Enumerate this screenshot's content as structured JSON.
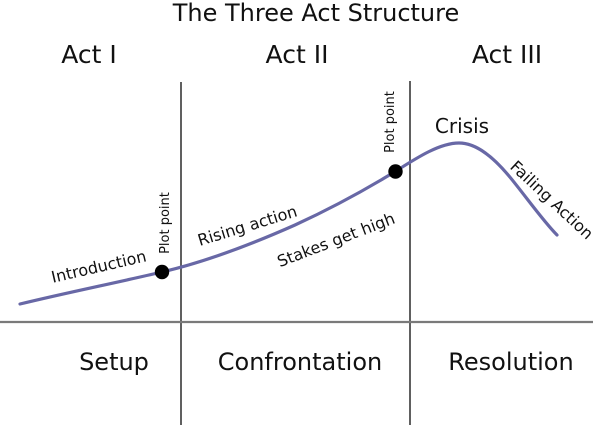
{
  "diagram": {
    "title": "The Three Act Structure",
    "acts": [
      {
        "label": "Act I"
      },
      {
        "label": "Act II"
      },
      {
        "label": "Act III"
      }
    ],
    "sections": [
      {
        "label": "Setup"
      },
      {
        "label": "Confrontation"
      },
      {
        "label": "Resolution"
      }
    ],
    "curve_labels": {
      "introduction": "Introduction",
      "plot_point_1": "Plot point",
      "rising_action": "Rising action",
      "stakes": "Stakes get high",
      "plot_point_2": "Plot point",
      "crisis": "Crisis",
      "failing_action": "Failing Action"
    },
    "colors": {
      "curve": "#6868a6",
      "divider": "#4f4f4f",
      "baseline": "#7a7a7a",
      "dot": "#000000",
      "text": "#111111"
    }
  }
}
